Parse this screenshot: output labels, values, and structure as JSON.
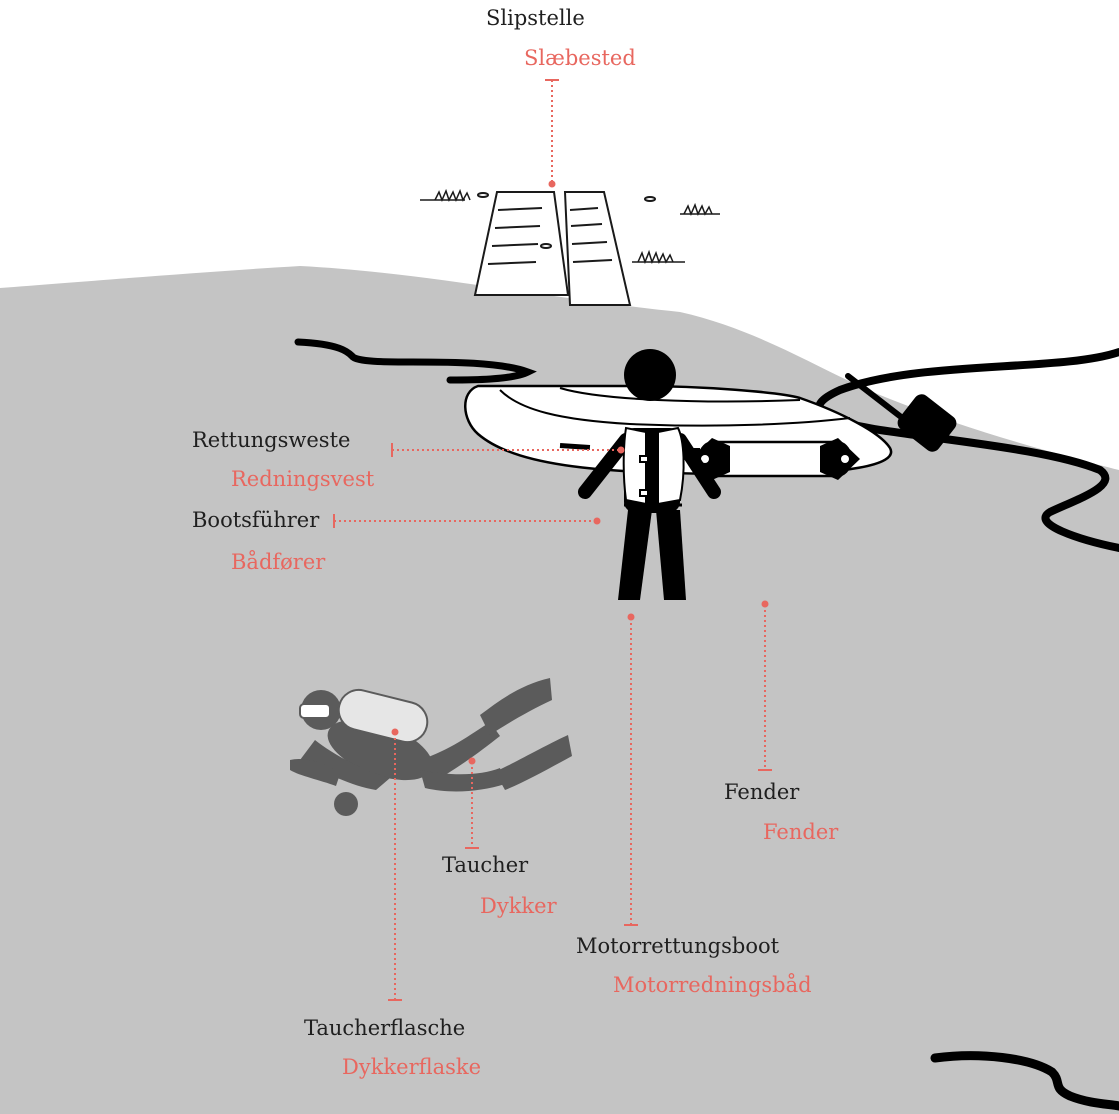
{
  "colors": {
    "water": "#c4c4c4",
    "accent": "#e8675f",
    "ink": "#000000",
    "boat": "#ffffff",
    "diver": "#5b5b5b",
    "label_text": "#1f1f1f"
  },
  "labels": {
    "ramp": {
      "de": "Slipstelle",
      "dk": "Slæbested"
    },
    "life_vest": {
      "de": "Rettungsweste",
      "dk": "Redningsvest"
    },
    "skipper": {
      "de": "Bootsführer",
      "dk": "Bådfører"
    },
    "fender": {
      "de": "Fender",
      "dk": "Fender"
    },
    "diver": {
      "de": "Taucher",
      "dk": "Dykker"
    },
    "rescue_boat": {
      "de": "Motorrettungsboot",
      "dk": "Motorredningsbåd"
    },
    "tank": {
      "de": "Taucherflasche",
      "dk": "Dykkerflaske"
    }
  },
  "icons": [
    "slipway-icon",
    "person-icon",
    "life-vest-icon",
    "boat-icon",
    "fender-icon",
    "paddle-icon",
    "diver-icon",
    "dive-tank-icon"
  ]
}
